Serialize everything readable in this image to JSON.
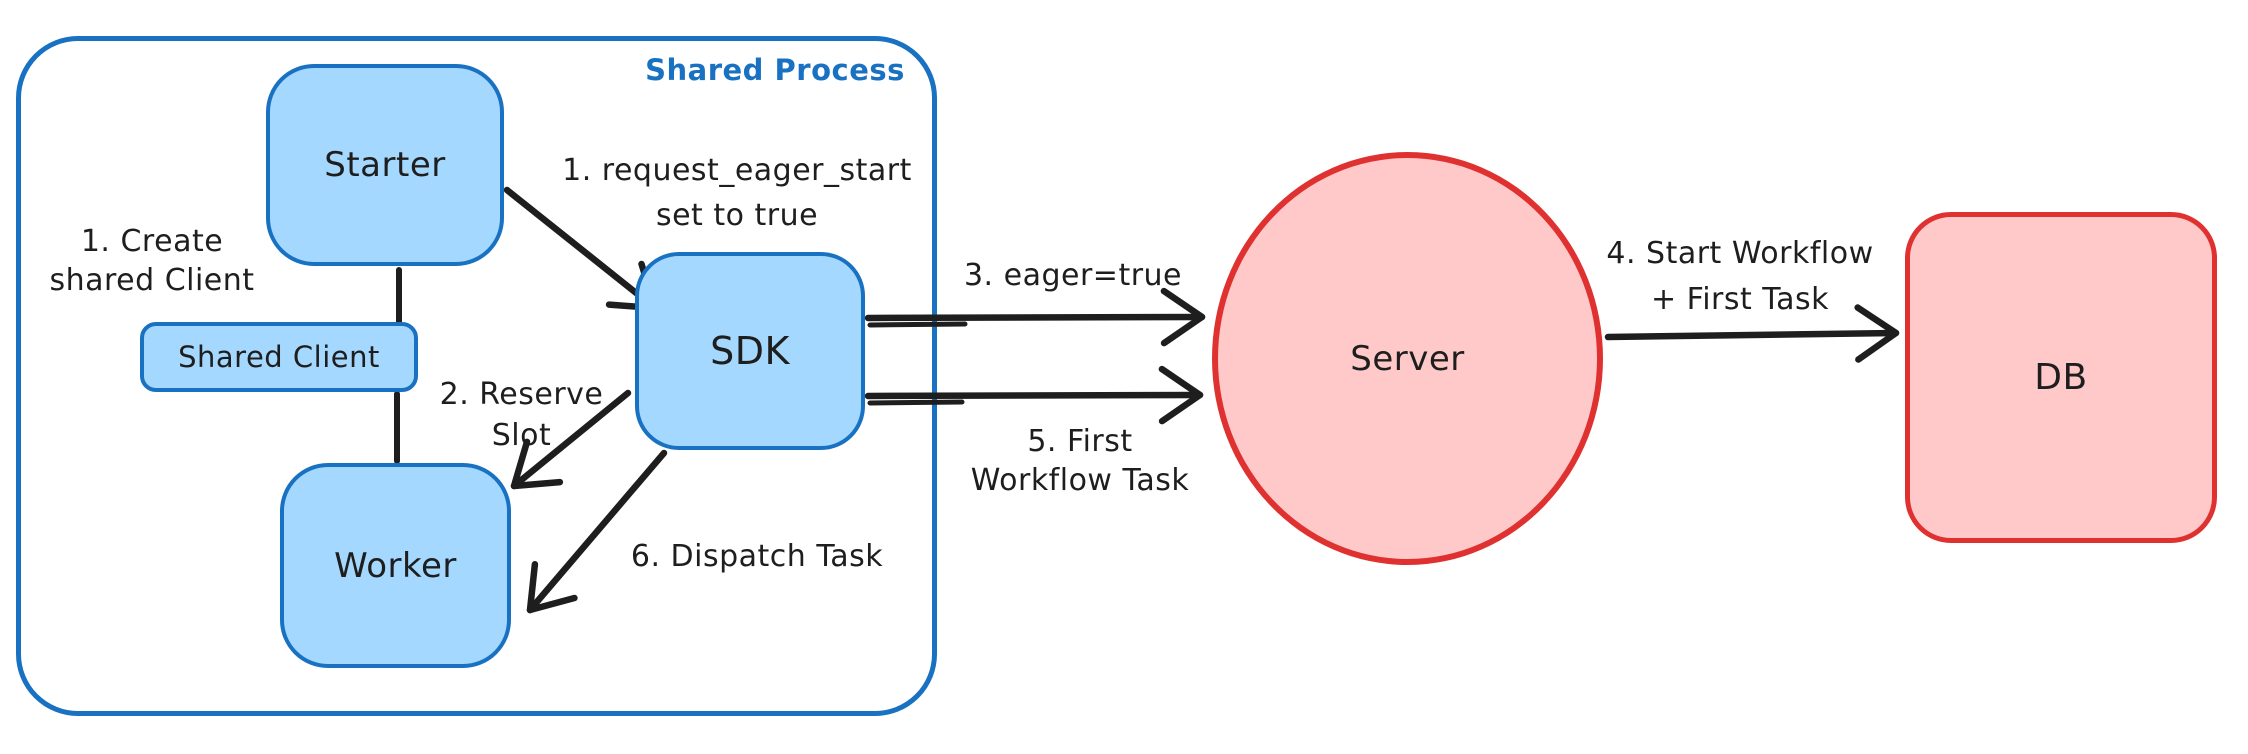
{
  "colors": {
    "blue_stroke": "#1971c2",
    "blue_fill": "#a5d8ff",
    "red_stroke": "#e03131",
    "red_fill": "#ffc9c9",
    "ink": "#1e1e1e",
    "canvas_bg": "#ffffff"
  },
  "diagram": {
    "container_label": "Shared Process",
    "nodes": {
      "starter": "Starter",
      "shared_client": "Shared Client",
      "worker": "Worker",
      "sdk": "SDK",
      "server": "Server",
      "db": "DB"
    },
    "annotations": {
      "create_shared_client": {
        "line1": "1. Create",
        "line2": "shared Client"
      },
      "request_eager_start": {
        "line1": "1. request_eager_start",
        "line2": "set to true"
      },
      "reserve_slot": {
        "line1": "2. Reserve",
        "line2": "Slot"
      },
      "eager_true": "3. eager=true",
      "start_workflow": {
        "line1": "4. Start Workflow",
        "line2": "+ First Task"
      },
      "first_workflow_task": {
        "line1": "5. First",
        "line2": "Workflow Task"
      },
      "dispatch_task": "6. Dispatch Task"
    },
    "edges": [
      {
        "from": "starter",
        "to": "shared_client",
        "label": "1. Create shared Client",
        "style": "line"
      },
      {
        "from": "shared_client",
        "to": "worker",
        "label": "",
        "style": "line"
      },
      {
        "from": "starter",
        "to": "sdk",
        "label": "1. request_eager_start set to true",
        "style": "arrow"
      },
      {
        "from": "sdk",
        "to": "worker",
        "label": "2. Reserve Slot",
        "style": "arrow"
      },
      {
        "from": "sdk",
        "to": "server",
        "label": "3. eager=true",
        "style": "arrow"
      },
      {
        "from": "server",
        "to": "db",
        "label": "4. Start Workflow + First Task",
        "style": "arrow"
      },
      {
        "from": "sdk",
        "to": "server",
        "label": "5. First Workflow Task",
        "style": "arrow"
      },
      {
        "from": "sdk",
        "to": "worker",
        "label": "6. Dispatch Task",
        "style": "arrow"
      }
    ]
  }
}
